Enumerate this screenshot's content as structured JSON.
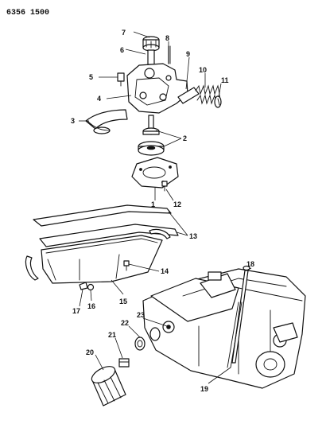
{
  "diagram_id": "6356 1500",
  "callouts": {
    "c1": "1",
    "c2": "2",
    "c3": "3",
    "c4": "4",
    "c5": "5",
    "c6": "6",
    "c7": "7",
    "c8": "8",
    "c9": "9",
    "c10": "10",
    "c11": "11",
    "c12": "12",
    "c13": "13",
    "c14": "14",
    "c15": "15",
    "c16": "16",
    "c17": "17",
    "c18": "18",
    "c19": "19",
    "c20": "20",
    "c21": "21",
    "c22": "22",
    "c23": "23"
  }
}
